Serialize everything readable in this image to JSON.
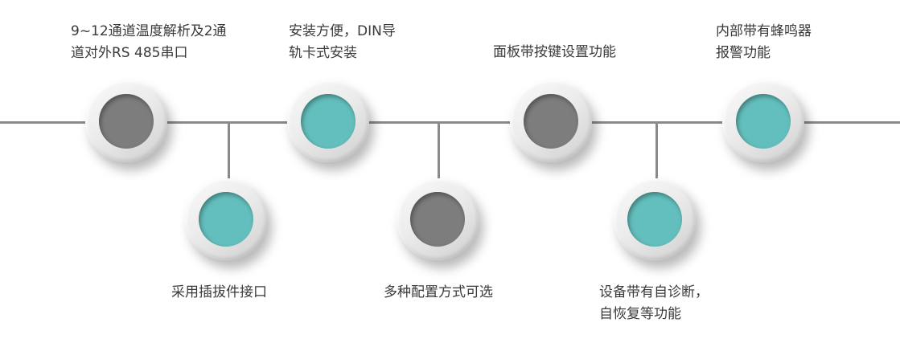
{
  "colors": {
    "gray_inner": "#7d7d7d",
    "teal_inner": "#63bfbd",
    "line": "#8a8a8a",
    "text": "#3a3a3a"
  },
  "features": [
    {
      "id": "f1",
      "lines": [
        "9~12通道温度解析及2通",
        "道对外RS 485串口"
      ],
      "color": "gray"
    },
    {
      "id": "f2",
      "lines": [
        "采用插拔件接口"
      ],
      "color": "teal"
    },
    {
      "id": "f3",
      "lines": [
        "安装方便，DIN导",
        "轨卡式安装"
      ],
      "color": "teal"
    },
    {
      "id": "f4",
      "lines": [
        "多种配置方式可选"
      ],
      "color": "gray"
    },
    {
      "id": "f5",
      "lines": [
        "面板带按键设置功能"
      ],
      "color": "gray"
    },
    {
      "id": "f6",
      "lines": [
        "设备带有自诊断，",
        "自恢复等功能"
      ],
      "color": "teal"
    },
    {
      "id": "f7",
      "lines": [
        "内部带有蜂鸣器",
        "报警功能"
      ],
      "color": "teal"
    }
  ]
}
